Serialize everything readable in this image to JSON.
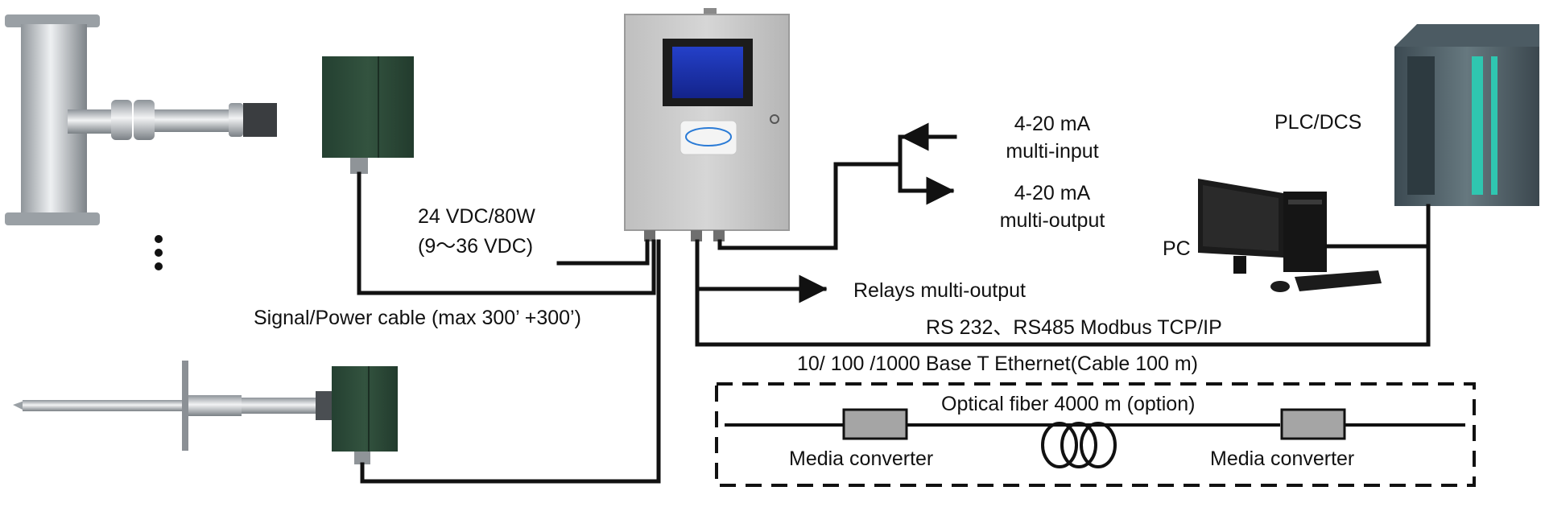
{
  "power": {
    "line1": "24 VDC/80W",
    "line2": "(9～36 VDC)"
  },
  "signal_cable": "Signal/Power  cable (max 300’ +300’)",
  "analog": {
    "input_line1": "4-20 mA",
    "input_line2": "multi-input",
    "output_line1": "4-20 mA",
    "output_line2": "multi-output"
  },
  "relays": "Relays multi-output",
  "plc": "PLC/DCS",
  "pc": "PC",
  "comms": "RS 232、RS485 Modbus TCP/IP",
  "ethernet": "10/ 100 /1000 Base T Ethernet(Cable 100 m)",
  "fiber": {
    "title": "Optical fiber 4000 m (option)",
    "converter_left": "Media converter",
    "converter_right": "Media converter"
  },
  "colors": {
    "wire": "#111111",
    "enclosure": "#cdcdcd",
    "screen": "#1a2fa8",
    "sensor_box": "#2e4a39",
    "plc_body": "#566872",
    "plc_leds": "#2fc6b0",
    "converter": "#a5a5a5"
  }
}
